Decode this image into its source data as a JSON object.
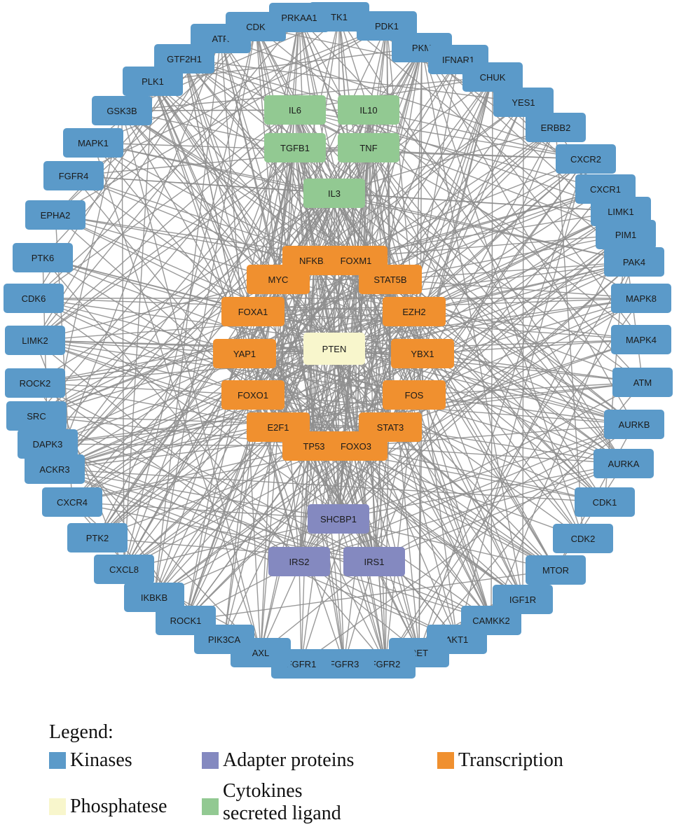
{
  "colors": {
    "kinase": "#5b9ac9",
    "transcription": "#f0902f",
    "cytokine": "#92c992",
    "adapter": "#8489c0",
    "phosphatase": "#f8f6cc",
    "edge": "#8e8e8e"
  },
  "nodes": [
    {
      "id": "TK1",
      "cat": "kinase"
    },
    {
      "id": "PDK1",
      "cat": "kinase"
    },
    {
      "id": "PKM",
      "cat": "kinase"
    },
    {
      "id": "IFNAR1",
      "cat": "kinase"
    },
    {
      "id": "CHUK",
      "cat": "kinase"
    },
    {
      "id": "YES1",
      "cat": "kinase"
    },
    {
      "id": "ERBB2",
      "cat": "kinase"
    },
    {
      "id": "CXCR2",
      "cat": "kinase"
    },
    {
      "id": "CXCR1",
      "cat": "kinase"
    },
    {
      "id": "LIMK1",
      "cat": "kinase"
    },
    {
      "id": "PIM1",
      "cat": "kinase"
    },
    {
      "id": "PAK4",
      "cat": "kinase"
    },
    {
      "id": "MAPK8",
      "cat": "kinase"
    },
    {
      "id": "MAPK4",
      "cat": "kinase"
    },
    {
      "id": "ATM",
      "cat": "kinase"
    },
    {
      "id": "AURKB",
      "cat": "kinase"
    },
    {
      "id": "AURKA",
      "cat": "kinase"
    },
    {
      "id": "CDK1",
      "cat": "kinase"
    },
    {
      "id": "CDK2",
      "cat": "kinase"
    },
    {
      "id": "MTOR",
      "cat": "kinase"
    },
    {
      "id": "IGF1R",
      "cat": "kinase"
    },
    {
      "id": "CAMKK2",
      "cat": "kinase"
    },
    {
      "id": "AKT1",
      "cat": "kinase"
    },
    {
      "id": "RET",
      "cat": "kinase"
    },
    {
      "id": "FGFR2",
      "cat": "kinase"
    },
    {
      "id": "FGFR3",
      "cat": "kinase"
    },
    {
      "id": "FGFR1",
      "cat": "kinase"
    },
    {
      "id": "AXL",
      "cat": "kinase"
    },
    {
      "id": "PIK3CA",
      "cat": "kinase"
    },
    {
      "id": "ROCK1",
      "cat": "kinase"
    },
    {
      "id": "IKBKB",
      "cat": "kinase"
    },
    {
      "id": "CXCL8",
      "cat": "kinase"
    },
    {
      "id": "PTK2",
      "cat": "kinase"
    },
    {
      "id": "CXCR4",
      "cat": "kinase"
    },
    {
      "id": "ACKR3",
      "cat": "kinase"
    },
    {
      "id": "DAPK3",
      "cat": "kinase"
    },
    {
      "id": "SRC",
      "cat": "kinase"
    },
    {
      "id": "ROCK2",
      "cat": "kinase"
    },
    {
      "id": "LIMK2",
      "cat": "kinase"
    },
    {
      "id": "CDK6",
      "cat": "kinase"
    },
    {
      "id": "PTK6",
      "cat": "kinase"
    },
    {
      "id": "EPHA2",
      "cat": "kinase"
    },
    {
      "id": "FGFR4",
      "cat": "kinase"
    },
    {
      "id": "MAPK1",
      "cat": "kinase"
    },
    {
      "id": "GSK3B",
      "cat": "kinase"
    },
    {
      "id": "PLK1",
      "cat": "kinase"
    },
    {
      "id": "GTF2H1",
      "cat": "kinase"
    },
    {
      "id": "ATR",
      "cat": "kinase"
    },
    {
      "id": "CDK",
      "cat": "kinase"
    },
    {
      "id": "PRKAA1",
      "cat": "kinase"
    },
    {
      "id": "IL6",
      "cat": "cytokine"
    },
    {
      "id": "IL10",
      "cat": "cytokine"
    },
    {
      "id": "TGFB1",
      "cat": "cytokine"
    },
    {
      "id": "TNF",
      "cat": "cytokine"
    },
    {
      "id": "IL3",
      "cat": "cytokine"
    },
    {
      "id": "NFKB1",
      "cat": "transcription"
    },
    {
      "id": "FOXM1",
      "cat": "transcription"
    },
    {
      "id": "MYC",
      "cat": "transcription"
    },
    {
      "id": "STAT5B",
      "cat": "transcription"
    },
    {
      "id": "FOXA1",
      "cat": "transcription"
    },
    {
      "id": "EZH2",
      "cat": "transcription"
    },
    {
      "id": "YAP1",
      "cat": "transcription"
    },
    {
      "id": "YBX1",
      "cat": "transcription"
    },
    {
      "id": "FOXO1",
      "cat": "transcription"
    },
    {
      "id": "FOS",
      "cat": "transcription"
    },
    {
      "id": "E2F1",
      "cat": "transcription"
    },
    {
      "id": "STAT3",
      "cat": "transcription"
    },
    {
      "id": "TP53",
      "cat": "transcription"
    },
    {
      "id": "FOXO3",
      "cat": "transcription"
    },
    {
      "id": "PTEN",
      "cat": "phosphatase"
    },
    {
      "id": "SHCBP1",
      "cat": "adapter"
    },
    {
      "id": "IRS2",
      "cat": "adapter"
    },
    {
      "id": "IRS1",
      "cat": "adapter"
    }
  ],
  "legend": {
    "title": "Legend:",
    "kinases": "Kinases",
    "adapter": "Adapter proteins",
    "transcription": "Transcription",
    "phosphatase": "Phosphatese",
    "cytokines_line1": "Cytokines",
    "cytokines_line2": "secreted ligand"
  }
}
